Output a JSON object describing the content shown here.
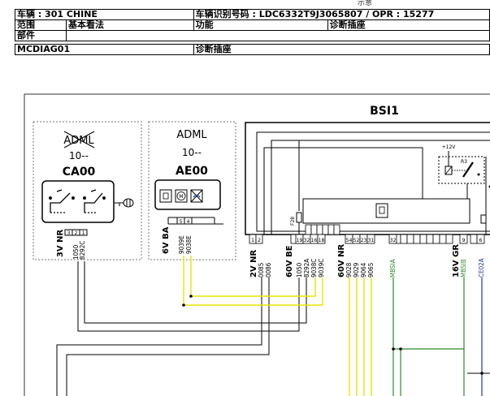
{
  "header": {
    "clipped_top": "示意",
    "vehicle": "车辆 : 301 CHINE",
    "vin": "车辆识别号码 : LDC6332T9J3065807 / OPR : 15277",
    "scope_label": "范围",
    "scope_value": "基本看法",
    "function_label": "功能",
    "function_value": "诊断插座",
    "part_label": "部件",
    "code": "MCDIAG01",
    "code_desc": "诊断插座"
  },
  "diagram": {
    "ca00": {
      "option": "ADML",
      "level": "10--",
      "name": "CA00",
      "wire_label": "3V NR",
      "pins": [
        "3",
        "2",
        "1"
      ],
      "wires": [
        "1050",
        "8292C"
      ]
    },
    "ae00": {
      "option": "ADML",
      "level": "10--",
      "name": "AE00",
      "wire_label": "6V BA",
      "pins": [
        "5",
        "4"
      ],
      "wires": [
        "9039E",
        "9038E"
      ]
    },
    "bsi": {
      "name": "BSI1",
      "fuse": "F28",
      "relay": "R3",
      "supply": "+12V",
      "groups": [
        {
          "label": "2V NR",
          "pins": [
            "1",
            "2"
          ],
          "wires": [
            "0085",
            "0086"
          ]
        },
        {
          "label": "60V BE",
          "pins": [
            "19",
            "32",
            "16",
            "18"
          ],
          "wires": [
            "1050",
            "8292A",
            "9038C",
            "9039C"
          ]
        },
        {
          "label": "60V NR",
          "pins": [
            "54",
            "52",
            "23",
            "31",
            "32"
          ],
          "wires": [
            "9028",
            "9029",
            "9064",
            "9065",
            "MBSIA"
          ]
        },
        {
          "label": "16V GR",
          "pins": [
            "9",
            "6"
          ],
          "wires": [
            "MBSIB",
            "CE02A"
          ]
        }
      ]
    }
  }
}
